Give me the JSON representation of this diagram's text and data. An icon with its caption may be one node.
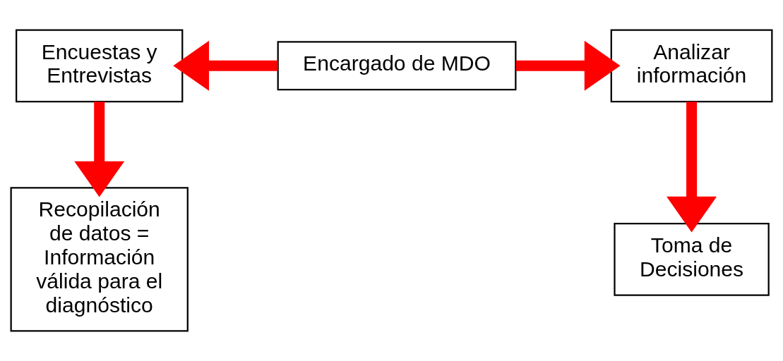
{
  "diagram": {
    "nodes": [
      {
        "text": [
          "Encuestas y Entrevistas"
        ]
      },
      {
        "text": [
          "Encargado de MDO"
        ]
      },
      {
        "text": [
          "Analizar información"
        ]
      },
      {
        "text": [
          "Recopilación de datos = Información válida para el diagnóstico"
        ]
      },
      {
        "text": [
          "Toma de Decisiones"
        ]
      }
    ],
    "edges": [
      {
        "from": 1,
        "to": 0,
        "arrow": "to"
      },
      {
        "from": 1,
        "to": 2,
        "arrow": "to"
      },
      {
        "from": 0,
        "to": 3,
        "arrow": "to"
      },
      {
        "from": 2,
        "to": 4,
        "arrow": "to"
      }
    ]
  }
}
